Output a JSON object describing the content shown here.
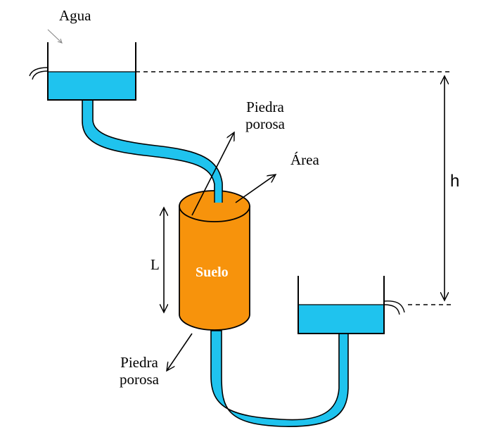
{
  "labels": {
    "water": "Agua",
    "porous_stone_top_1": "Piedra",
    "porous_stone_top_2": "porosa",
    "area": "Área",
    "head": "h",
    "length": "L",
    "soil": "Suelo",
    "porous_stone_bottom_1": "Piedra",
    "porous_stone_bottom_2": "porosa"
  },
  "colors": {
    "water": "#1fc3ee",
    "soil": "#f7930c",
    "outline": "#000000"
  }
}
